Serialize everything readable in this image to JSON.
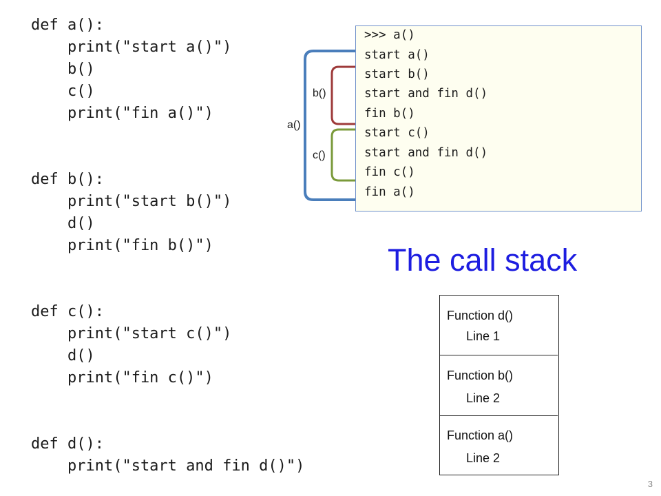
{
  "code": {
    "lines": [
      "def a():",
      "    print(\"start a()\")",
      "    b()",
      "    c()",
      "    print(\"fin a()\")",
      "def b():",
      "    print(\"start b()\")",
      "    d()",
      "    print(\"fin b()\")",
      "def c():",
      "    print(\"start c()\")",
      "    d()",
      "    print(\"fin c()\")",
      "def d():",
      "    print(\"start and fin d()\")"
    ]
  },
  "console": {
    "lines": [
      ">>> a()",
      "start a()",
      "start b()",
      "start and fin d()",
      "fin b()",
      "start c()",
      "start and fin d()",
      "fin c()",
      "fin a()"
    ]
  },
  "brackets": {
    "a_label": "a()",
    "b_label": "b()",
    "c_label": "c()",
    "colors": {
      "a": "#4a7ebb",
      "b": "#9e3a3a",
      "c": "#7a9a3a"
    }
  },
  "title": "The call stack",
  "stack": {
    "frames": [
      {
        "name": "Function d()",
        "line": "Line 1"
      },
      {
        "name": "Function b()",
        "line": "Line 2"
      },
      {
        "name": "Function a()",
        "line": "Line 2"
      }
    ]
  },
  "page_number": "3",
  "colors": {
    "title": "#1d1de0",
    "console_bg": "#fefef0",
    "console_border": "#6d8fc9"
  }
}
